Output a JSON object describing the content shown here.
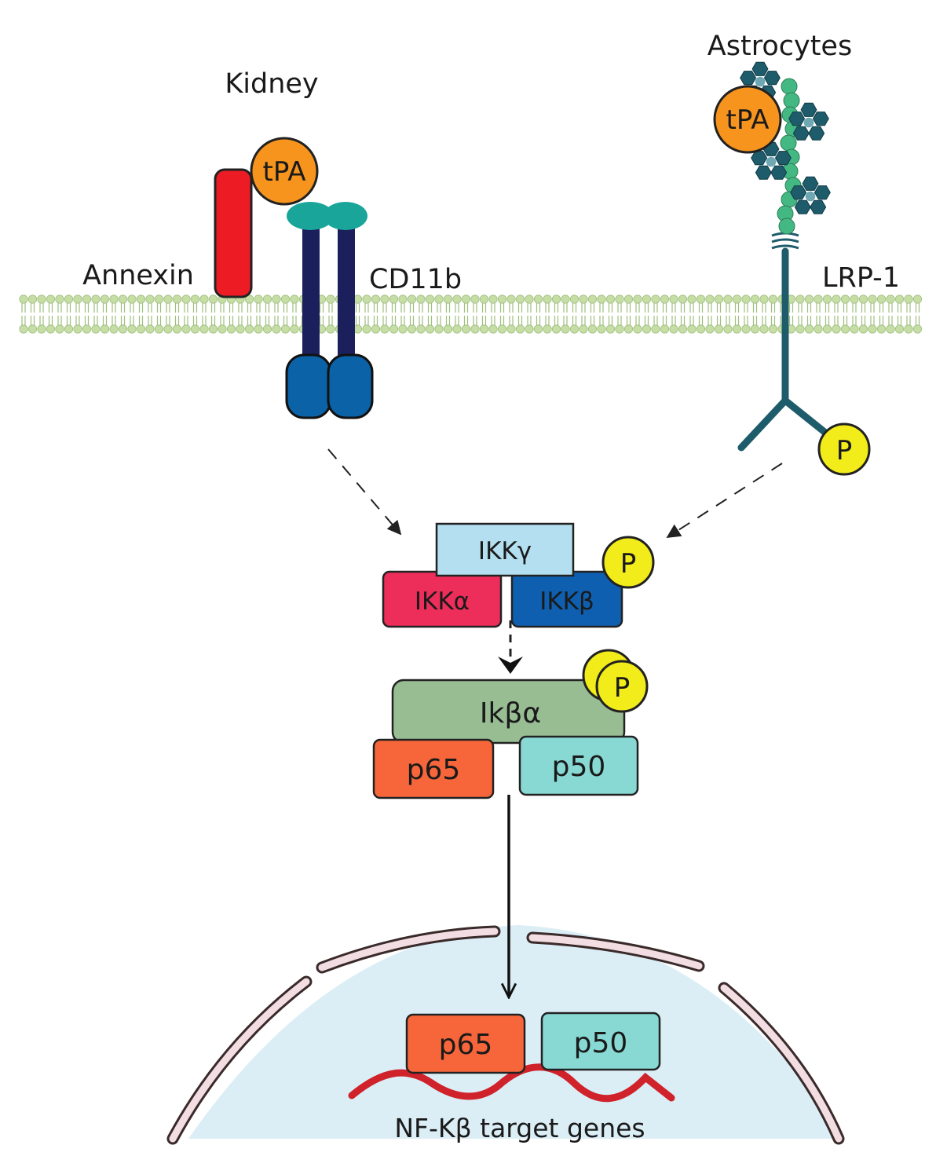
{
  "labels": {
    "kidney": "Kidney",
    "astrocytes": "Astrocytes",
    "annexin": "Annexin",
    "cd11b": "CD11b",
    "lrp1": "LRP-1",
    "target_genes": "NF-Kβ target genes"
  },
  "molecules": {
    "tpa": "tPA",
    "phosphate": "P",
    "ikk_gamma": "IKKγ",
    "ikk_alpha": "IKKα",
    "ikk_beta": "IKKβ",
    "ikb_alpha": "Ikβα",
    "p65": "p65",
    "p50": "p50"
  },
  "colors": {
    "tpa": "#f7941d",
    "annexin": "#ed1c24",
    "cd11b_stalk": "#1b1f5c",
    "cd11b_head": "#1aa59a",
    "cd11b_tail": "#0b62a6",
    "lrp1": "#1e5c6b",
    "phosphate": "#f2ec1a",
    "membrane": "#c6dea6",
    "ikk_gamma": "#b3dff0",
    "ikk_alpha": "#ee2e5a",
    "ikk_beta": "#0e5fb0",
    "ikb_alpha": "#98bd93",
    "p65": "#f7663a",
    "p50": "#88d9d4",
    "nucleus": "#dbeef6",
    "envelope": "#f2dde2",
    "dna": "#d0222a"
  }
}
